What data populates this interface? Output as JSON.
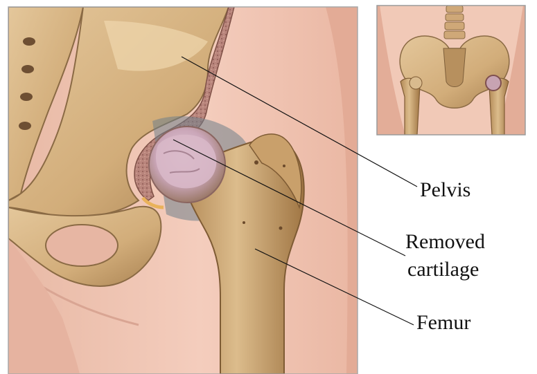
{
  "labels": {
    "pelvis": "Pelvis",
    "removed_cartilage_line1": "Removed",
    "removed_cartilage_line2": "cartilage",
    "femur": "Femur"
  },
  "colors": {
    "skin": "#f0c5b2",
    "bone": "#d6b483",
    "bone_shadow": "#9a7548",
    "marrow": "#b07a73",
    "cartilage": "#d9bfd0",
    "leader_line": "#111111"
  }
}
